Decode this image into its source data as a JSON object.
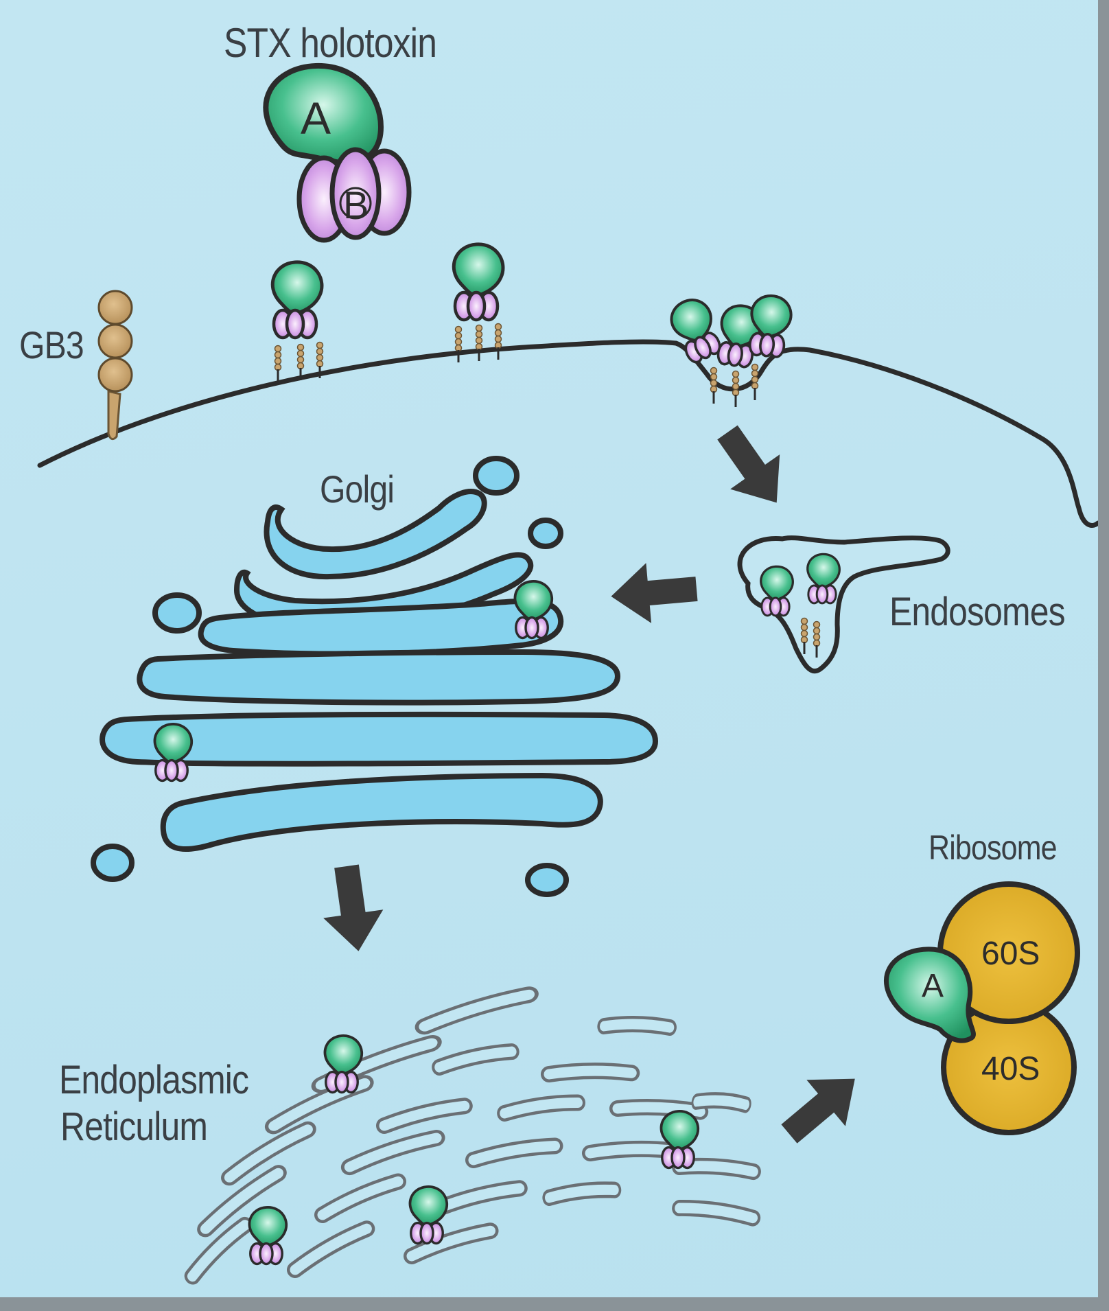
{
  "labels": {
    "toxin_title": "STX holotoxin",
    "subunit_a": "A",
    "subunit_b": "B",
    "receptor": "GB3",
    "golgi": "Golgi",
    "endosomes": "Endosomes",
    "er_line1": "Endoplasmic",
    "er_line2": "Reticulum",
    "ribosome": "Ribosome",
    "ribosome_large": "60S",
    "ribosome_small": "40S",
    "ribosome_bound_subunit": "A"
  },
  "colors": {
    "background": "#bfe4f1",
    "a_subunit_green": "#2fae7a",
    "b_subunit_violet": "#c58be0",
    "gb3_tan": "#c9a46e",
    "ribosome_gold": "#e2b12d",
    "golgi_fill": "#86d3ee",
    "outline": "#2b2b2b",
    "arrow": "#3a3a3a"
  },
  "icons": {
    "arrow": "arrow-icon",
    "toxin": "toxin-icon",
    "receptor": "gb3-icon"
  }
}
